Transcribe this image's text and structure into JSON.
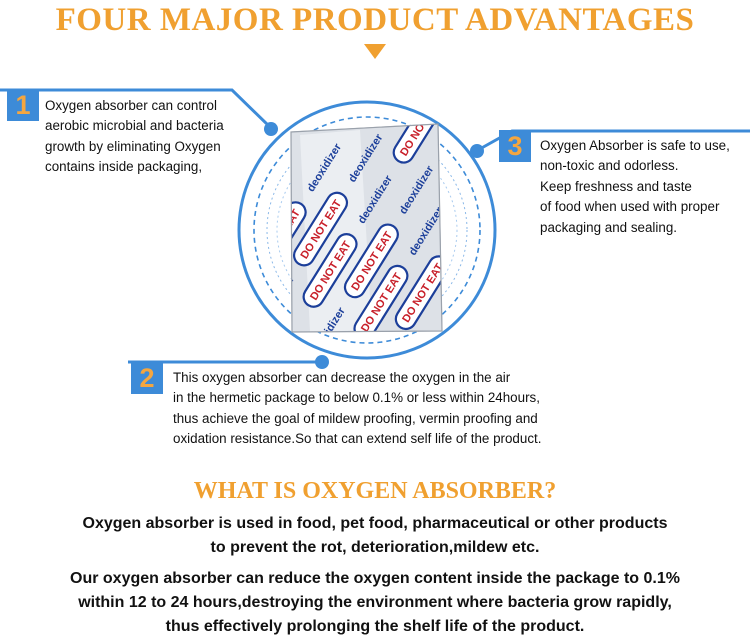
{
  "header": {
    "title": "FOUR MAJOR PRODUCT ADVANTAGES"
  },
  "advantages": [
    {
      "number": "1",
      "lines": [
        "Oxygen absorber can control",
        "aerobic microbial and bacteria",
        "growth by eliminating Oxygen",
        "contains inside packaging,"
      ]
    },
    {
      "number": "2",
      "lines": [
        "This oxygen absorber can decrease the oxygen in the air",
        "in the hermetic package to below 0.1% or less within 24hours,",
        "thus achieve the goal of mildew proofing, vermin proofing and",
        "oxidation resistance.So that can extend self life of the product."
      ]
    },
    {
      "number": "3",
      "lines": [
        "Oxygen Absorber is safe to use,",
        "non-toxic and odorless.",
        "Keep freshness and taste",
        "of food when used with proper",
        "packaging and sealing."
      ]
    }
  ],
  "packet": {
    "labels": [
      "deoxidizer",
      "DO NOT EAT"
    ]
  },
  "section": {
    "title": "WHAT IS OXYGEN ABSORBER?",
    "paragraph1": [
      "Oxygen absorber is used in food, pet food, pharmaceutical or other products",
      "to prevent the rot, deterioration,mildew etc."
    ],
    "paragraph2": [
      "Our oxygen absorber can reduce the oxygen content inside the package to 0.1%",
      "within 12 to 24 hours,destroying the environment where bacteria grow rapidly,",
      "thus effectively prolonging the shelf life of the product."
    ]
  },
  "colors": {
    "accent_orange": "#f0a030",
    "accent_blue": "#3d8bd8",
    "packet_red": "#c8202a",
    "packet_blue": "#1c3f9a"
  }
}
